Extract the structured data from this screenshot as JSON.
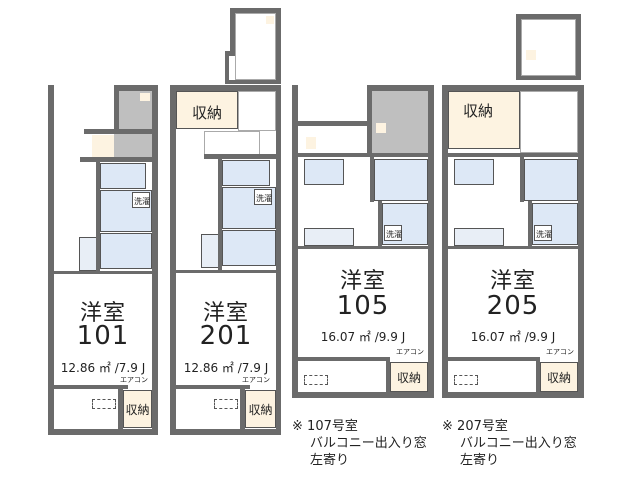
{
  "units": [
    {
      "id": "101",
      "room_type": "洋室",
      "number": "101",
      "area": "12.86 ㎡ /7.9 J",
      "storage_top": "",
      "storage_balcony": "収納",
      "aircon": "エアコン",
      "laundry": "洗濯"
    },
    {
      "id": "201",
      "room_type": "洋室",
      "number": "201",
      "area": "12.86 ㎡ /7.9 J",
      "storage_top": "収納",
      "storage_balcony": "収納",
      "aircon": "エアコン",
      "laundry": "洗濯"
    },
    {
      "id": "105",
      "room_type": "洋室",
      "number": "105",
      "area": "16.07 ㎡ /9.9 J",
      "storage_top": "",
      "storage_balcony": "収納",
      "aircon": "エアコン",
      "laundry": "洗濯"
    },
    {
      "id": "205",
      "room_type": "洋室",
      "number": "205",
      "area": "16.07 ㎡ /9.9 J",
      "storage_top": "収納",
      "storage_balcony": "収納",
      "aircon": "エアコン",
      "laundry": "洗濯"
    }
  ],
  "notes": [
    {
      "mark": "※",
      "line1": "107号室",
      "line2": "バルコニー出入り窓",
      "line3": "左寄り"
    },
    {
      "mark": "※",
      "line1": "207号室",
      "line2": "バルコニー出入り窓",
      "line3": "左寄り"
    }
  ],
  "colors": {
    "wall": "#6b6b6b",
    "storage": "#fdf3e1",
    "wet": "#dde8f6",
    "stair": "#bfbfbf"
  }
}
